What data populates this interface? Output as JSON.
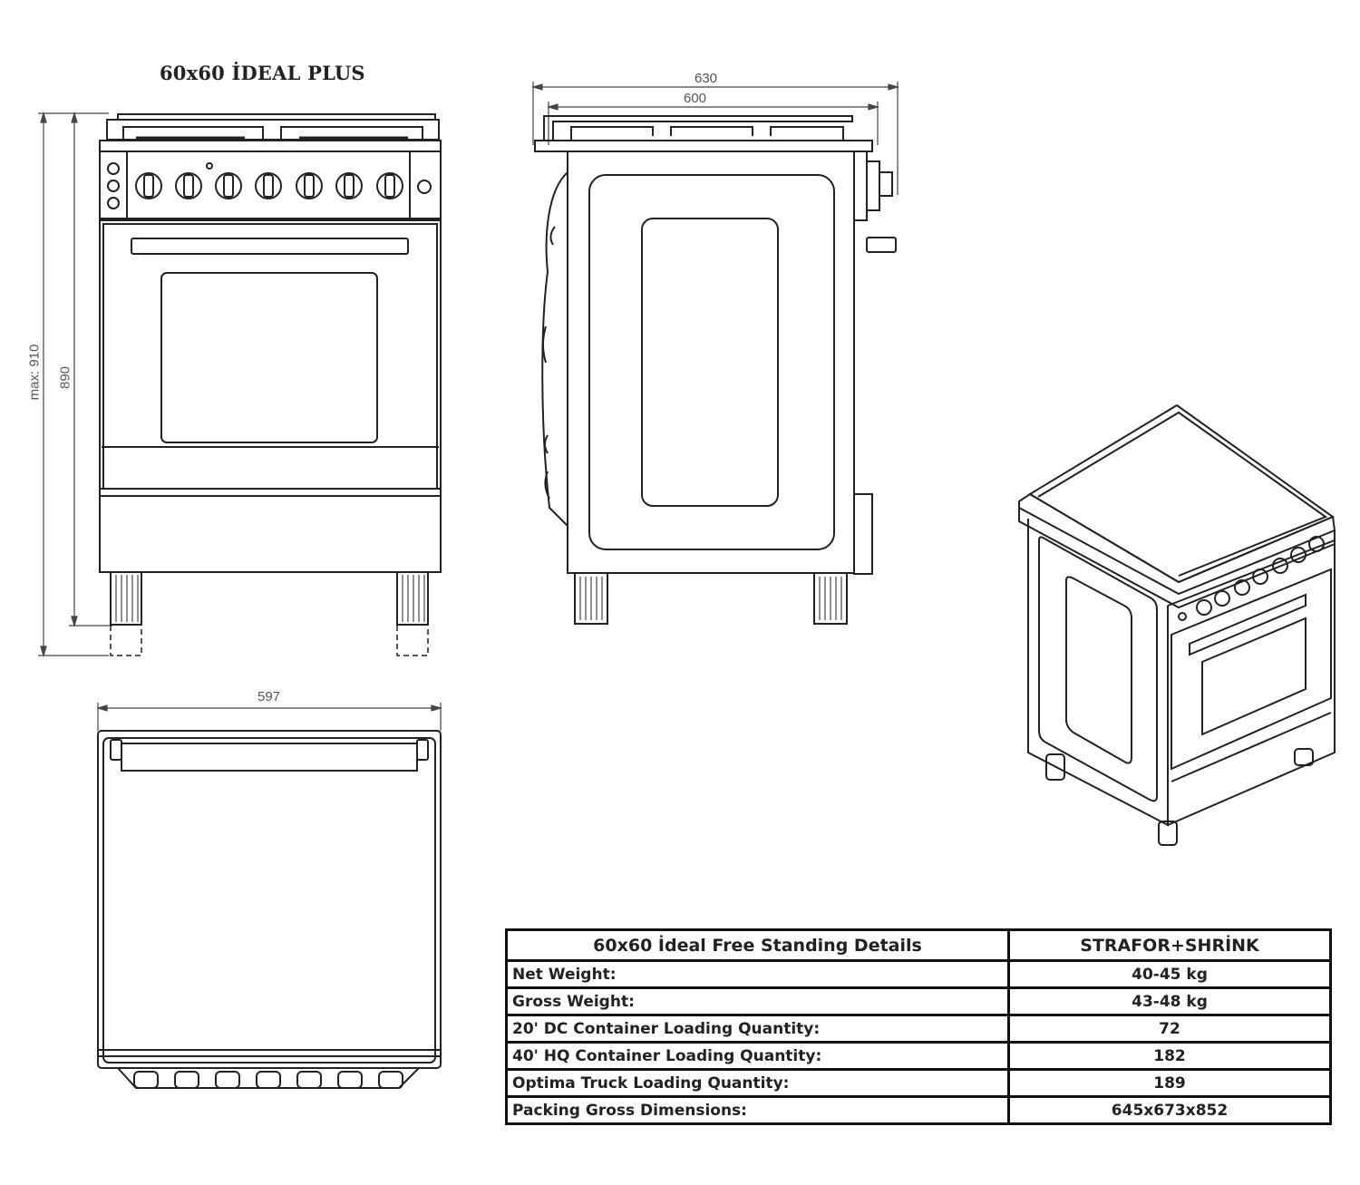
{
  "header": {
    "title": "60x60 İDEAL PLUS"
  },
  "dimensions": {
    "max_height": "max: 910",
    "height": "890",
    "depth_total": "630",
    "depth_body": "600",
    "width": "597"
  },
  "details_table": {
    "header_label": "60x60 İdeal Free Standing Details",
    "header_value": "STRAFOR+SHRİNK",
    "rows": [
      {
        "label": "Net Weight:",
        "value": "40-45 kg"
      },
      {
        "label": "Gross Weight:",
        "value": "43-48 kg"
      },
      {
        "label": "20' DC Container Loading Quantity:",
        "value": "72"
      },
      {
        "label": "40' HQ Container Loading Quantity:",
        "value": "182"
      },
      {
        "label": "Optima Truck Loading Quantity:",
        "value": "189"
      },
      {
        "label": "Packing Gross Dimensions:",
        "value": "645x673x852"
      }
    ]
  }
}
